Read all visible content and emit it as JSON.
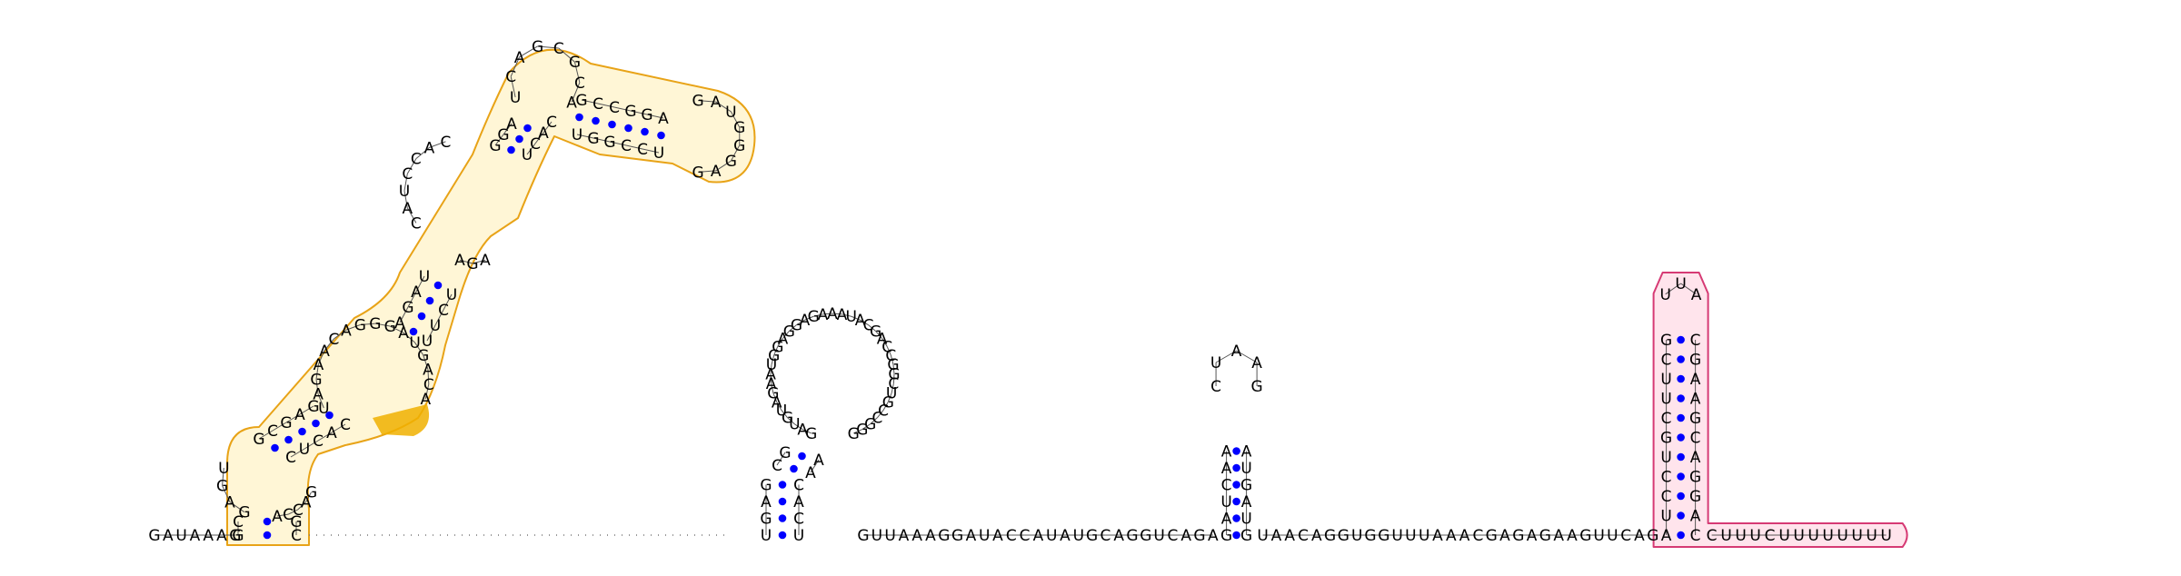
{
  "colors": {
    "base_pair_dot": "#0000ff",
    "highlight_orange_stroke": "#e8a317",
    "highlight_orange_fill": "#fff6d6",
    "highlight_orange_solid": "#f0b000",
    "highlight_pink_stroke": "#d63a74",
    "highlight_pink_fill": "#ffe4ec"
  },
  "strands": {
    "five_prime_tail": "GAUAAAG",
    "middle_segment": "GUUAAAGGAUACCAUAUGCAGGUCAGA",
    "tail_after_hp3": "UAACAGGUGGUUUAAACGAGAGAAGUUCAG",
    "three_prime_tail": "CUUUCUUUUUUUU"
  },
  "domain1": {
    "loop1_left": "UGAG",
    "loop1_right": "GACCA",
    "h2_left": "GCGAG",
    "h2_right": "CUCAC",
    "loop2": "UAGAACAGGGAUGACA",
    "h3_left": "AGAU",
    "h3_right": "UUCU",
    "loop3a": "AGA",
    "loop3b": "CAUCCAC",
    "h4_left": "GGA",
    "h4_right": "UCAC",
    "loop4": "UCAGCGCA",
    "h5_left": "GCCGGA",
    "h5_right": "UCCGGU",
    "apical": "GAUGGGAG"
  },
  "hairpin2": {
    "stem1_left": "GAGU",
    "stem1_right": "UCAC",
    "stem2_left": "CG",
    "stem2_right": "AA",
    "loop": "GAUGUAGAAUGGAGGAGAAAUACGACCGGCUGCCGGG"
  },
  "hairpin3": {
    "stem_left": "AACUAG",
    "stem_right": "GUAGUA",
    "loop": "CUAAG"
  },
  "terminator": {
    "left": "GCUUCGUCCUA",
    "loop": "UUA",
    "right": "CAGGACGAAGC"
  }
}
